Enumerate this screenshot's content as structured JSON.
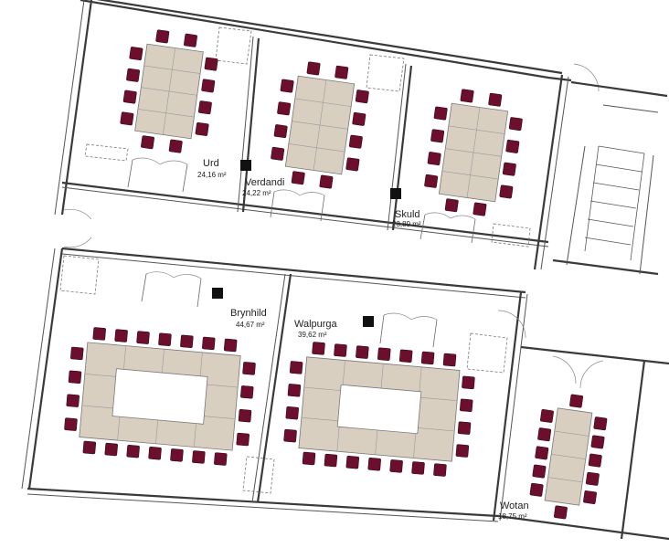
{
  "rooms": [
    {
      "name": "Urd",
      "area": "24,16 m²"
    },
    {
      "name": "Verdandi",
      "area": "24,22 m²"
    },
    {
      "name": "Skuld",
      "area": "23,89 m²"
    },
    {
      "name": "Brynhild",
      "area": "44,67 m²"
    },
    {
      "name": "Walpurga",
      "area": "39,62 m²"
    },
    {
      "name": "Wotan",
      "area": "18,75 m²"
    }
  ],
  "colors": {
    "chair": "#6b0f2c",
    "table": "#d8cfc0",
    "wall": "#3a3a3a"
  }
}
